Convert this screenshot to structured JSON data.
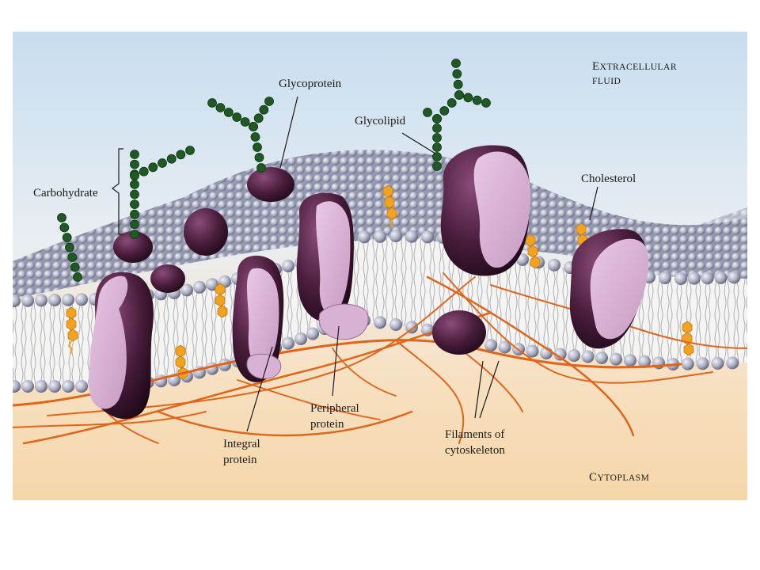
{
  "regions": {
    "extracellular_line1": "E",
    "extracellular_line1_small": "XTRACELLULAR",
    "extracellular_line2": "FLUID",
    "cytoplasm_initial": "C",
    "cytoplasm_small": "YTOPLASM"
  },
  "labels": {
    "carbohydrate": "Carbohydrate",
    "glycoprotein": "Glycoprotein",
    "glycolipid": "Glycolipid",
    "cholesterol": "Cholesterol",
    "integral_line1": "Integral",
    "integral_line2": "protein",
    "peripheral_line1": "Peripheral",
    "peripheral_line2": "protein",
    "filaments_line1": "Filaments of",
    "filaments_line2": "cytoskeleton"
  },
  "colors": {
    "lipid_head": "#a9acc0",
    "protein_outer": "#4a1d3c",
    "protein_cut": "#d8b2d4",
    "carbohydrate": "#1f5a24",
    "cholesterol": "#f2a221",
    "filament": "#e0651a"
  }
}
